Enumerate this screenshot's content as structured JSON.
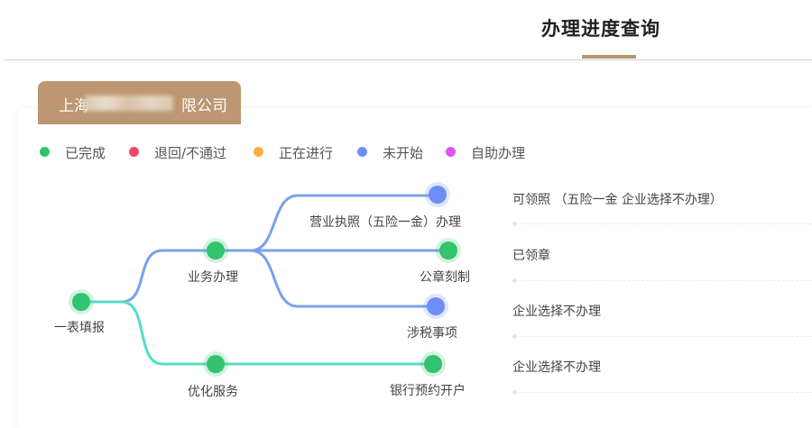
{
  "header": {
    "title": "办理进度查询"
  },
  "company": {
    "prefix": "上海",
    "suffix": "限公司"
  },
  "legend": [
    {
      "label": "已完成",
      "color": "#33c26d"
    },
    {
      "label": "退回/不通过",
      "color": "#f04864"
    },
    {
      "label": "正在进行",
      "color": "#ffaa44"
    },
    {
      "label": "未开始",
      "color": "#6d8ff5"
    },
    {
      "label": "自助办理",
      "color": "#dd55ee"
    }
  ],
  "flow": {
    "root": {
      "label": "一表填报",
      "state": "已完成"
    },
    "branches": [
      {
        "label": "业务办理",
        "state": "已完成"
      },
      {
        "label": "优化服务",
        "state": "已完成"
      }
    ],
    "leaves": [
      {
        "label": "营业执照（五险一金）办理",
        "state": "未开始",
        "status": "可领照 （五险一金 企业选择不办理）"
      },
      {
        "label": "公章刻制",
        "state": "已完成",
        "status": "已领章"
      },
      {
        "label": "涉税事项",
        "state": "未开始",
        "status": "企业选择不办理"
      },
      {
        "label": "银行预约开户",
        "state": "已完成",
        "status": "企业选择不办理"
      }
    ],
    "edge_colors": {
      "business": "#7aa0ee",
      "service": "#55dcc8"
    }
  }
}
